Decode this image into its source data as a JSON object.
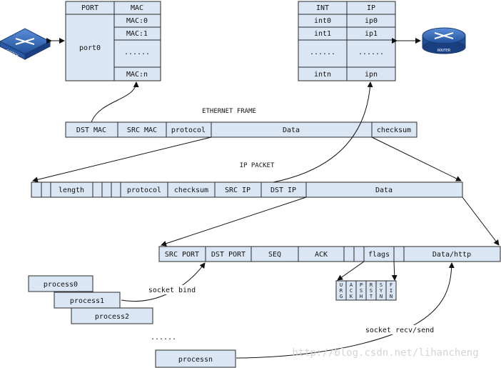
{
  "mac_table": {
    "headers": [
      "PORT",
      "MAC"
    ],
    "port": "port0",
    "macs": [
      "MAC:0",
      "MAC:1",
      "......",
      "MAC:n"
    ]
  },
  "ip_table": {
    "headers": [
      "INT",
      "IP"
    ],
    "ints": [
      "int0",
      "int1",
      "......",
      "intn"
    ],
    "ips": [
      "ip0",
      "ip1",
      "......",
      "ipn"
    ]
  },
  "switch_label": "SWITCH",
  "router_label": "ROUTER",
  "ethernet": {
    "title": "ETHERNET FRAME",
    "fields": [
      "DST MAC",
      "SRC MAC",
      "protocol",
      "Data",
      "checksum"
    ]
  },
  "ip_packet": {
    "title": "IP PACKET",
    "fields": [
      "length",
      "protocol",
      "checksum",
      "SRC IP",
      "DST IP",
      "Data"
    ]
  },
  "tcp": {
    "fields": [
      "SRC PORT",
      "DST PORT",
      "SEQ",
      "ACK",
      "flags",
      "Data/http"
    ],
    "flag_bits": [
      "URG",
      "ACK",
      "PSH",
      "RST",
      "SYN",
      "FIN"
    ]
  },
  "processes": [
    "process0",
    "process1",
    "process2",
    "......",
    "processn"
  ],
  "labels": {
    "socket_bind": "socket bind",
    "socket_recv": "socket recv/send"
  },
  "watermark": "http://blog.csdn.net/lihancheng"
}
